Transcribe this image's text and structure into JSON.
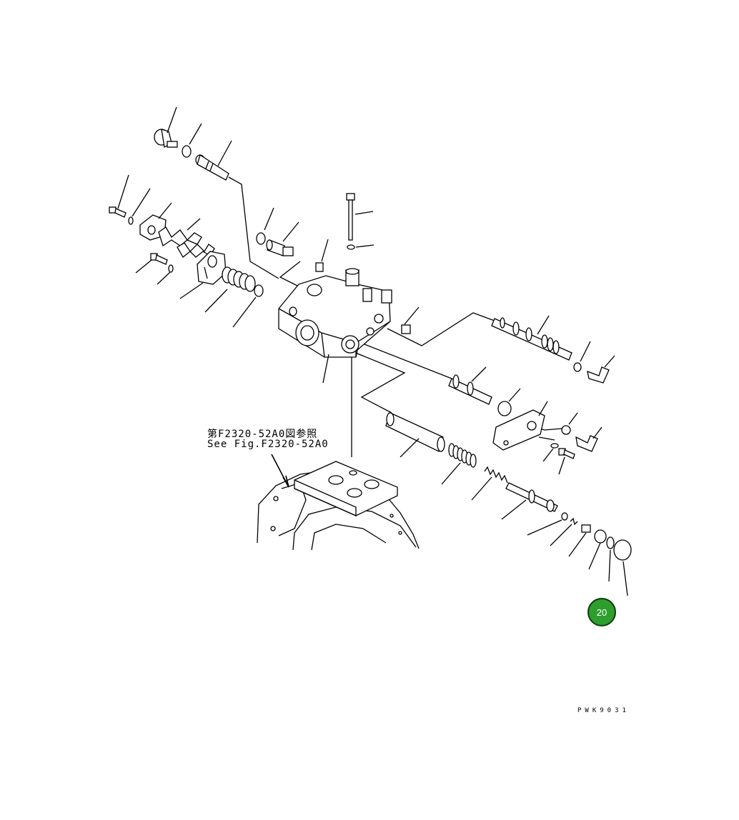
{
  "reference": {
    "japanese": "第F2320-52A0図参照",
    "english": "See Fig.F2320-52A0"
  },
  "page_code": "PWK9031",
  "page_badge": {
    "number": "20",
    "color": "#2e9e2e"
  }
}
